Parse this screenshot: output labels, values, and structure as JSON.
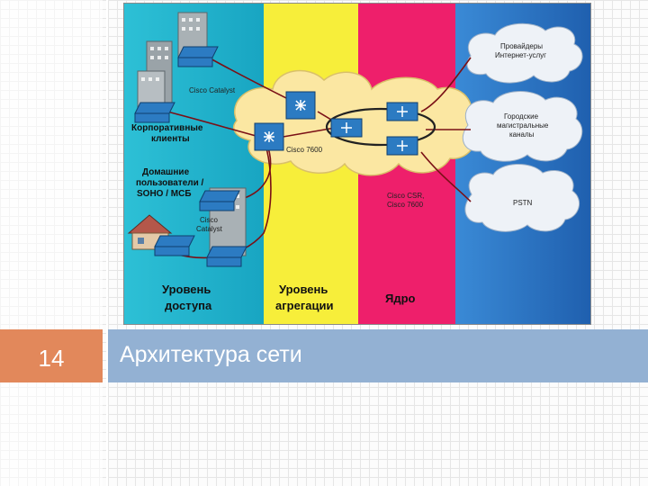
{
  "slide": {
    "number": "14",
    "title": "Архитектура сети",
    "colors": {
      "number_box": "#e2885b",
      "title_bar": "#93b1d3"
    }
  },
  "diagram": {
    "zones": {
      "access": {
        "line1": "Уровень",
        "line2": "доступа",
        "color": "#1fb1cc"
      },
      "aggregation": {
        "line1": "Уровень",
        "line2": "агрегации",
        "color": "#f7ee3a"
      },
      "core": {
        "line1": "Ядро",
        "color": "#ee1f6b"
      },
      "external": {
        "color": "#2d78c8"
      }
    },
    "labels": {
      "catalyst_top": "Cisco Catalyst",
      "corporate_1": "Корпоративные",
      "corporate_2": "клиенты",
      "home_1": "Домашние",
      "home_2": "пользователи /",
      "home_3": "SOHO / МСБ",
      "catalyst_bottom_1": "Cisco",
      "catalyst_bottom_2": "Catalyst",
      "agg_router": "Cisco 7600",
      "core_routers_1": "Cisco CSR,",
      "core_routers_2": "Cisco 7600"
    },
    "clouds": {
      "isp_1": "Провайдеры",
      "isp_2": "Интернет-услуг",
      "metro_1": "Городские",
      "metro_2": "магистральные",
      "metro_3": "каналы",
      "pstn": "PSTN"
    },
    "icons": [
      "building-icon",
      "switch-icon",
      "router-icon",
      "house-icon",
      "cloud-icon"
    ]
  }
}
